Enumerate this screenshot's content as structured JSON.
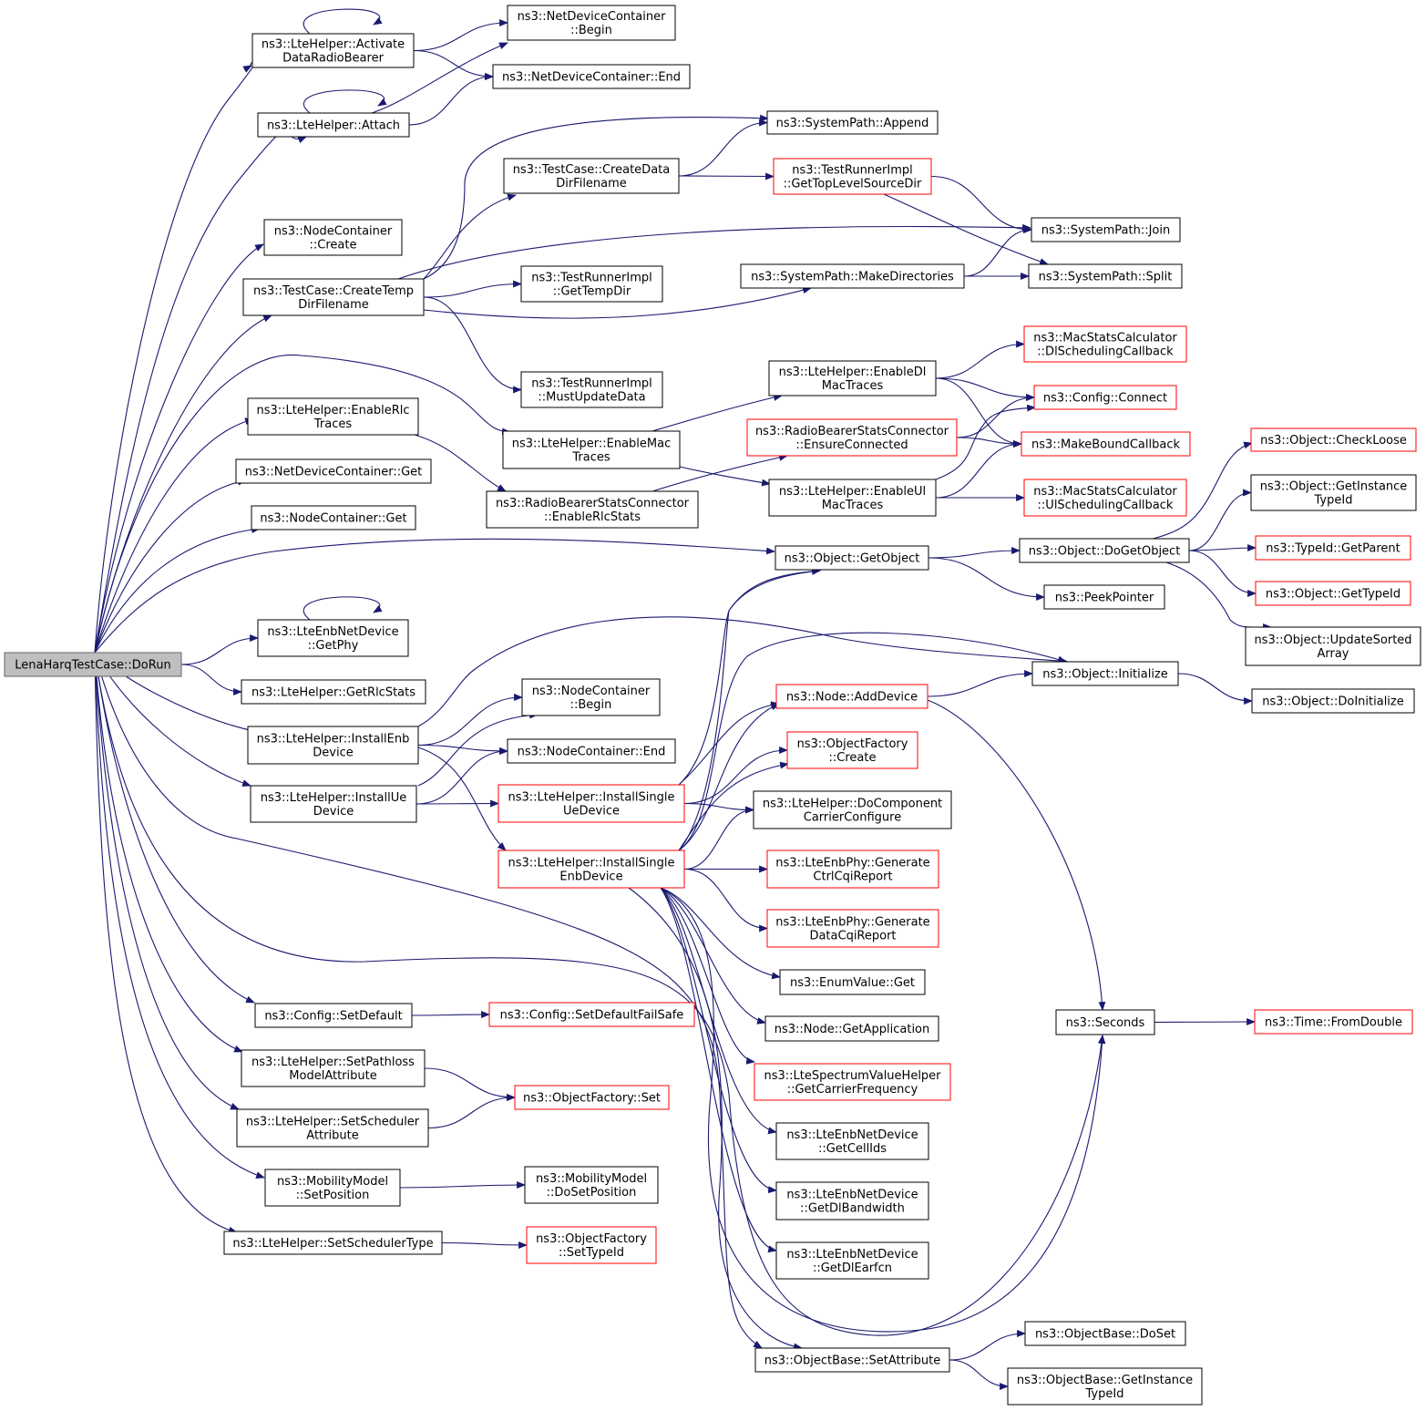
{
  "graph": {
    "colors": {
      "edge": "#191970",
      "node_border": "#000000",
      "truncated_node_border": "#ff0000",
      "root_fill": "#bfbfbf",
      "root_border": "#666666"
    },
    "nodes": [
      {
        "id": "root",
        "lines": [
          "LenaHarqTestCase::DoRun"
        ],
        "style": "root"
      },
      {
        "id": "activate",
        "lines": [
          "ns3::LteHelper::Activate",
          "DataRadioBearer"
        ]
      },
      {
        "id": "attach",
        "lines": [
          "ns3::LteHelper::Attach"
        ]
      },
      {
        "id": "ndc_begin",
        "lines": [
          "ns3::NetDeviceContainer",
          "::Begin"
        ]
      },
      {
        "id": "ndc_end",
        "lines": [
          "ns3::NetDeviceContainer::End"
        ]
      },
      {
        "id": "nc_create",
        "lines": [
          "ns3::NodeContainer",
          "::Create"
        ]
      },
      {
        "id": "tc_createtemp",
        "lines": [
          "ns3::TestCase::CreateTemp",
          "DirFilename"
        ]
      },
      {
        "id": "tc_createdata",
        "lines": [
          "ns3::TestCase::CreateData",
          "DirFilename"
        ]
      },
      {
        "id": "sp_append",
        "lines": [
          "ns3::SystemPath::Append"
        ]
      },
      {
        "id": "tri_toplevel",
        "lines": [
          "ns3::TestRunnerImpl",
          "::GetTopLevelSourceDir"
        ],
        "style": "red"
      },
      {
        "id": "sp_join",
        "lines": [
          "ns3::SystemPath::Join"
        ]
      },
      {
        "id": "sp_makedirs",
        "lines": [
          "ns3::SystemPath::MakeDirectories"
        ]
      },
      {
        "id": "sp_split",
        "lines": [
          "ns3::SystemPath::Split"
        ]
      },
      {
        "id": "tri_tempdir",
        "lines": [
          "ns3::TestRunnerImpl",
          "::GetTempDir"
        ]
      },
      {
        "id": "tri_mustupdate",
        "lines": [
          "ns3::TestRunnerImpl",
          "::MustUpdateData"
        ]
      },
      {
        "id": "enable_rlc",
        "lines": [
          "ns3::LteHelper::EnableRlc",
          "Traces"
        ]
      },
      {
        "id": "enable_mac",
        "lines": [
          "ns3::LteHelper::EnableMac",
          "Traces"
        ]
      },
      {
        "id": "enable_dlmac",
        "lines": [
          "ns3::LteHelper::EnableDl",
          "MacTraces"
        ]
      },
      {
        "id": "macstats_dl",
        "lines": [
          "ns3::MacStatsCalculator",
          "::DlSchedulingCallback"
        ],
        "style": "red"
      },
      {
        "id": "config_connect",
        "lines": [
          "ns3::Config::Connect"
        ],
        "style": "red"
      },
      {
        "id": "rbsc_ensure",
        "lines": [
          "ns3::RadioBearerStatsConnector",
          "::EnsureConnected"
        ],
        "style": "red"
      },
      {
        "id": "makebound",
        "lines": [
          "ns3::MakeBoundCallback"
        ],
        "style": "red"
      },
      {
        "id": "ndc_get",
        "lines": [
          "ns3::NetDeviceContainer::Get"
        ]
      },
      {
        "id": "rbsc_enablerlc",
        "lines": [
          "ns3::RadioBearerStatsConnector",
          "::EnableRlcStats"
        ]
      },
      {
        "id": "enable_ulmac",
        "lines": [
          "ns3::LteHelper::EnableUl",
          "MacTraces"
        ]
      },
      {
        "id": "macstats_ul",
        "lines": [
          "ns3::MacStatsCalculator",
          "::UlSchedulingCallback"
        ],
        "style": "red"
      },
      {
        "id": "nc_get",
        "lines": [
          "ns3::NodeContainer::Get"
        ]
      },
      {
        "id": "obj_checkloose",
        "lines": [
          "ns3::Object::CheckLoose"
        ],
        "style": "red"
      },
      {
        "id": "obj_getinstancetypeid",
        "lines": [
          "ns3::Object::GetInstance",
          "TypeId"
        ]
      },
      {
        "id": "obj_getobject",
        "lines": [
          "ns3::Object::GetObject"
        ]
      },
      {
        "id": "obj_dogetobject",
        "lines": [
          "ns3::Object::DoGetObject"
        ]
      },
      {
        "id": "typeid_getparent",
        "lines": [
          "ns3::TypeId::GetParent"
        ],
        "style": "red"
      },
      {
        "id": "obj_gettypeid",
        "lines": [
          "ns3::Object::GetTypeId"
        ],
        "style": "red"
      },
      {
        "id": "peekpointer",
        "lines": [
          "ns3::PeekPointer"
        ]
      },
      {
        "id": "obj_updatesorted",
        "lines": [
          "ns3::Object::UpdateSorted",
          "Array"
        ]
      },
      {
        "id": "enbnd_getphy",
        "lines": [
          "ns3::LteEnbNetDevice",
          "::GetPhy"
        ]
      },
      {
        "id": "lh_getrlcstats",
        "lines": [
          "ns3::LteHelper::GetRlcStats"
        ]
      },
      {
        "id": "obj_initialize",
        "lines": [
          "ns3::Object::Initialize"
        ]
      },
      {
        "id": "node_adddevice",
        "lines": [
          "ns3::Node::AddDevice"
        ],
        "style": "red"
      },
      {
        "id": "obj_doinitialize",
        "lines": [
          "ns3::Object::DoInitialize"
        ]
      },
      {
        "id": "nc_begin",
        "lines": [
          "ns3::NodeContainer",
          "::Begin"
        ]
      },
      {
        "id": "install_enb",
        "lines": [
          "ns3::LteHelper::InstallEnb",
          "Device"
        ]
      },
      {
        "id": "nc_end",
        "lines": [
          "ns3::NodeContainer::End"
        ]
      },
      {
        "id": "of_create",
        "lines": [
          "ns3::ObjectFactory",
          "::Create"
        ],
        "style": "red"
      },
      {
        "id": "install_ue",
        "lines": [
          "ns3::LteHelper::InstallUe",
          "Device"
        ]
      },
      {
        "id": "install_single_ue",
        "lines": [
          "ns3::LteHelper::InstallSingle",
          "UeDevice"
        ],
        "style": "red"
      },
      {
        "id": "lh_docomponent",
        "lines": [
          "ns3::LteHelper::DoComponent",
          "CarrierConfigure"
        ]
      },
      {
        "id": "install_single_enb",
        "lines": [
          "ns3::LteHelper::InstallSingle",
          "EnbDevice"
        ],
        "style": "red"
      },
      {
        "id": "enbphy_ctrlcqi",
        "lines": [
          "ns3::LteEnbPhy::Generate",
          "CtrlCqiReport"
        ],
        "style": "red"
      },
      {
        "id": "enbphy_datacqi",
        "lines": [
          "ns3::LteEnbPhy::Generate",
          "DataCqiReport"
        ],
        "style": "red"
      },
      {
        "id": "enumvalue_get",
        "lines": [
          "ns3::EnumValue::Get"
        ]
      },
      {
        "id": "config_setdefault",
        "lines": [
          "ns3::Config::SetDefault"
        ]
      },
      {
        "id": "config_setdefaultfs",
        "lines": [
          "ns3::Config::SetDefaultFailSafe"
        ],
        "style": "red"
      },
      {
        "id": "node_getapp",
        "lines": [
          "ns3::Node::GetApplication"
        ]
      },
      {
        "id": "seconds",
        "lines": [
          "ns3::Seconds"
        ]
      },
      {
        "id": "time_fromdouble",
        "lines": [
          "ns3::Time::FromDouble"
        ],
        "style": "red"
      },
      {
        "id": "lh_setpathloss",
        "lines": [
          "ns3::LteHelper::SetPathloss",
          "ModelAttribute"
        ]
      },
      {
        "id": "lsvh_carrierfreq",
        "lines": [
          "ns3::LteSpectrumValueHelper",
          "::GetCarrierFrequency"
        ],
        "style": "red"
      },
      {
        "id": "of_set",
        "lines": [
          "ns3::ObjectFactory::Set"
        ],
        "style": "red"
      },
      {
        "id": "lh_setschedattr",
        "lines": [
          "ns3::LteHelper::SetScheduler",
          "Attribute"
        ]
      },
      {
        "id": "enbnd_getcellids",
        "lines": [
          "ns3::LteEnbNetDevice",
          "::GetCellIds"
        ]
      },
      {
        "id": "mm_setposition",
        "lines": [
          "ns3::MobilityModel",
          "::SetPosition"
        ]
      },
      {
        "id": "mm_dosetposition",
        "lines": [
          "ns3::MobilityModel",
          "::DoSetPosition"
        ]
      },
      {
        "id": "enbnd_getdlbw",
        "lines": [
          "ns3::LteEnbNetDevice",
          "::GetDlBandwidth"
        ]
      },
      {
        "id": "lh_setschedtype",
        "lines": [
          "ns3::LteHelper::SetSchedulerType"
        ]
      },
      {
        "id": "of_settypeid",
        "lines": [
          "ns3::ObjectFactory",
          "::SetTypeId"
        ],
        "style": "red"
      },
      {
        "id": "enbnd_getdlearfcn",
        "lines": [
          "ns3::LteEnbNetDevice",
          "::GetDlEarfcn"
        ]
      },
      {
        "id": "ob_doset",
        "lines": [
          "ns3::ObjectBase::DoSet"
        ]
      },
      {
        "id": "ob_setattribute",
        "lines": [
          "ns3::ObjectBase::SetAttribute"
        ]
      },
      {
        "id": "ob_getinstancetypeid",
        "lines": [
          "ns3::ObjectBase::GetInstance",
          "TypeId"
        ]
      }
    ],
    "edges": [
      [
        "root",
        "activate"
      ],
      [
        "root",
        "attach"
      ],
      [
        "root",
        "nc_create"
      ],
      [
        "root",
        "tc_createtemp"
      ],
      [
        "root",
        "enable_mac"
      ],
      [
        "root",
        "enable_rlc"
      ],
      [
        "root",
        "ndc_get"
      ],
      [
        "root",
        "nc_get"
      ],
      [
        "root",
        "obj_getobject"
      ],
      [
        "root",
        "enbnd_getphy"
      ],
      [
        "root",
        "lh_getrlcstats"
      ],
      [
        "root",
        "install_enb"
      ],
      [
        "root",
        "install_ue"
      ],
      [
        "root",
        "config_setdefault"
      ],
      [
        "root",
        "lh_setpathloss"
      ],
      [
        "root",
        "lh_setschedattr"
      ],
      [
        "root",
        "mm_setposition"
      ],
      [
        "root",
        "lh_setschedtype"
      ],
      [
        "root",
        "seconds"
      ],
      [
        "root",
        "ob_setattribute"
      ],
      [
        "activate",
        "activate"
      ],
      [
        "activate",
        "ndc_begin"
      ],
      [
        "activate",
        "ndc_end"
      ],
      [
        "attach",
        "attach"
      ],
      [
        "attach",
        "ndc_begin"
      ],
      [
        "attach",
        "ndc_end"
      ],
      [
        "tc_createtemp",
        "sp_append"
      ],
      [
        "tc_createtemp",
        "tc_createdata"
      ],
      [
        "tc_createtemp",
        "sp_join"
      ],
      [
        "tc_createtemp",
        "tri_tempdir"
      ],
      [
        "tc_createtemp",
        "sp_makedirs"
      ],
      [
        "tc_createtemp",
        "tri_mustupdate"
      ],
      [
        "tc_createdata",
        "sp_append"
      ],
      [
        "tc_createdata",
        "tri_toplevel"
      ],
      [
        "tri_toplevel",
        "sp_join"
      ],
      [
        "tri_toplevel",
        "sp_split"
      ],
      [
        "sp_makedirs",
        "sp_join"
      ],
      [
        "sp_makedirs",
        "sp_split"
      ],
      [
        "enable_rlc",
        "rbsc_enablerlc"
      ],
      [
        "enable_mac",
        "enable_dlmac"
      ],
      [
        "enable_mac",
        "enable_ulmac"
      ],
      [
        "enable_dlmac",
        "macstats_dl"
      ],
      [
        "enable_dlmac",
        "config_connect"
      ],
      [
        "enable_dlmac",
        "makebound"
      ],
      [
        "rbsc_enablerlc",
        "rbsc_ensure"
      ],
      [
        "rbsc_ensure",
        "config_connect"
      ],
      [
        "rbsc_ensure",
        "makebound"
      ],
      [
        "enable_ulmac",
        "config_connect"
      ],
      [
        "enable_ulmac",
        "makebound"
      ],
      [
        "enable_ulmac",
        "macstats_ul"
      ],
      [
        "obj_getobject",
        "obj_dogetobject"
      ],
      [
        "obj_getobject",
        "peekpointer"
      ],
      [
        "obj_dogetobject",
        "obj_checkloose"
      ],
      [
        "obj_dogetobject",
        "obj_getinstancetypeid"
      ],
      [
        "obj_dogetobject",
        "typeid_getparent"
      ],
      [
        "obj_dogetobject",
        "obj_gettypeid"
      ],
      [
        "obj_dogetobject",
        "obj_updatesorted"
      ],
      [
        "enbnd_getphy",
        "enbnd_getphy"
      ],
      [
        "install_enb",
        "obj_initialize"
      ],
      [
        "install_enb",
        "nc_begin"
      ],
      [
        "install_enb",
        "nc_end"
      ],
      [
        "install_enb",
        "install_single_enb"
      ],
      [
        "install_ue",
        "nc_begin"
      ],
      [
        "install_ue",
        "nc_end"
      ],
      [
        "install_ue",
        "install_single_ue"
      ],
      [
        "install_single_ue",
        "obj_getobject"
      ],
      [
        "install_single_ue",
        "node_adddevice"
      ],
      [
        "install_single_ue",
        "of_create"
      ],
      [
        "install_single_ue",
        "lh_docomponent"
      ],
      [
        "install_single_enb",
        "obj_getobject"
      ],
      [
        "install_single_enb",
        "obj_initialize"
      ],
      [
        "install_single_enb",
        "node_adddevice"
      ],
      [
        "install_single_enb",
        "of_create"
      ],
      [
        "install_single_enb",
        "lh_docomponent"
      ],
      [
        "install_single_enb",
        "enbphy_ctrlcqi"
      ],
      [
        "install_single_enb",
        "enbphy_datacqi"
      ],
      [
        "install_single_enb",
        "enumvalue_get"
      ],
      [
        "install_single_enb",
        "node_getapp"
      ],
      [
        "install_single_enb",
        "lsvh_carrierfreq"
      ],
      [
        "install_single_enb",
        "enbnd_getcellids"
      ],
      [
        "install_single_enb",
        "enbnd_getdlbw"
      ],
      [
        "install_single_enb",
        "enbnd_getdlearfcn"
      ],
      [
        "install_single_enb",
        "ob_setattribute"
      ],
      [
        "install_single_enb",
        "seconds"
      ],
      [
        "node_adddevice",
        "obj_initialize"
      ],
      [
        "node_adddevice",
        "seconds"
      ],
      [
        "obj_initialize",
        "obj_doinitialize"
      ],
      [
        "config_setdefault",
        "config_setdefaultfs"
      ],
      [
        "lh_setpathloss",
        "of_set"
      ],
      [
        "lh_setschedattr",
        "of_set"
      ],
      [
        "mm_setposition",
        "mm_dosetposition"
      ],
      [
        "lh_setschedtype",
        "of_settypeid"
      ],
      [
        "seconds",
        "time_fromdouble"
      ],
      [
        "ob_setattribute",
        "ob_doset"
      ],
      [
        "ob_setattribute",
        "ob_getinstancetypeid"
      ]
    ]
  }
}
